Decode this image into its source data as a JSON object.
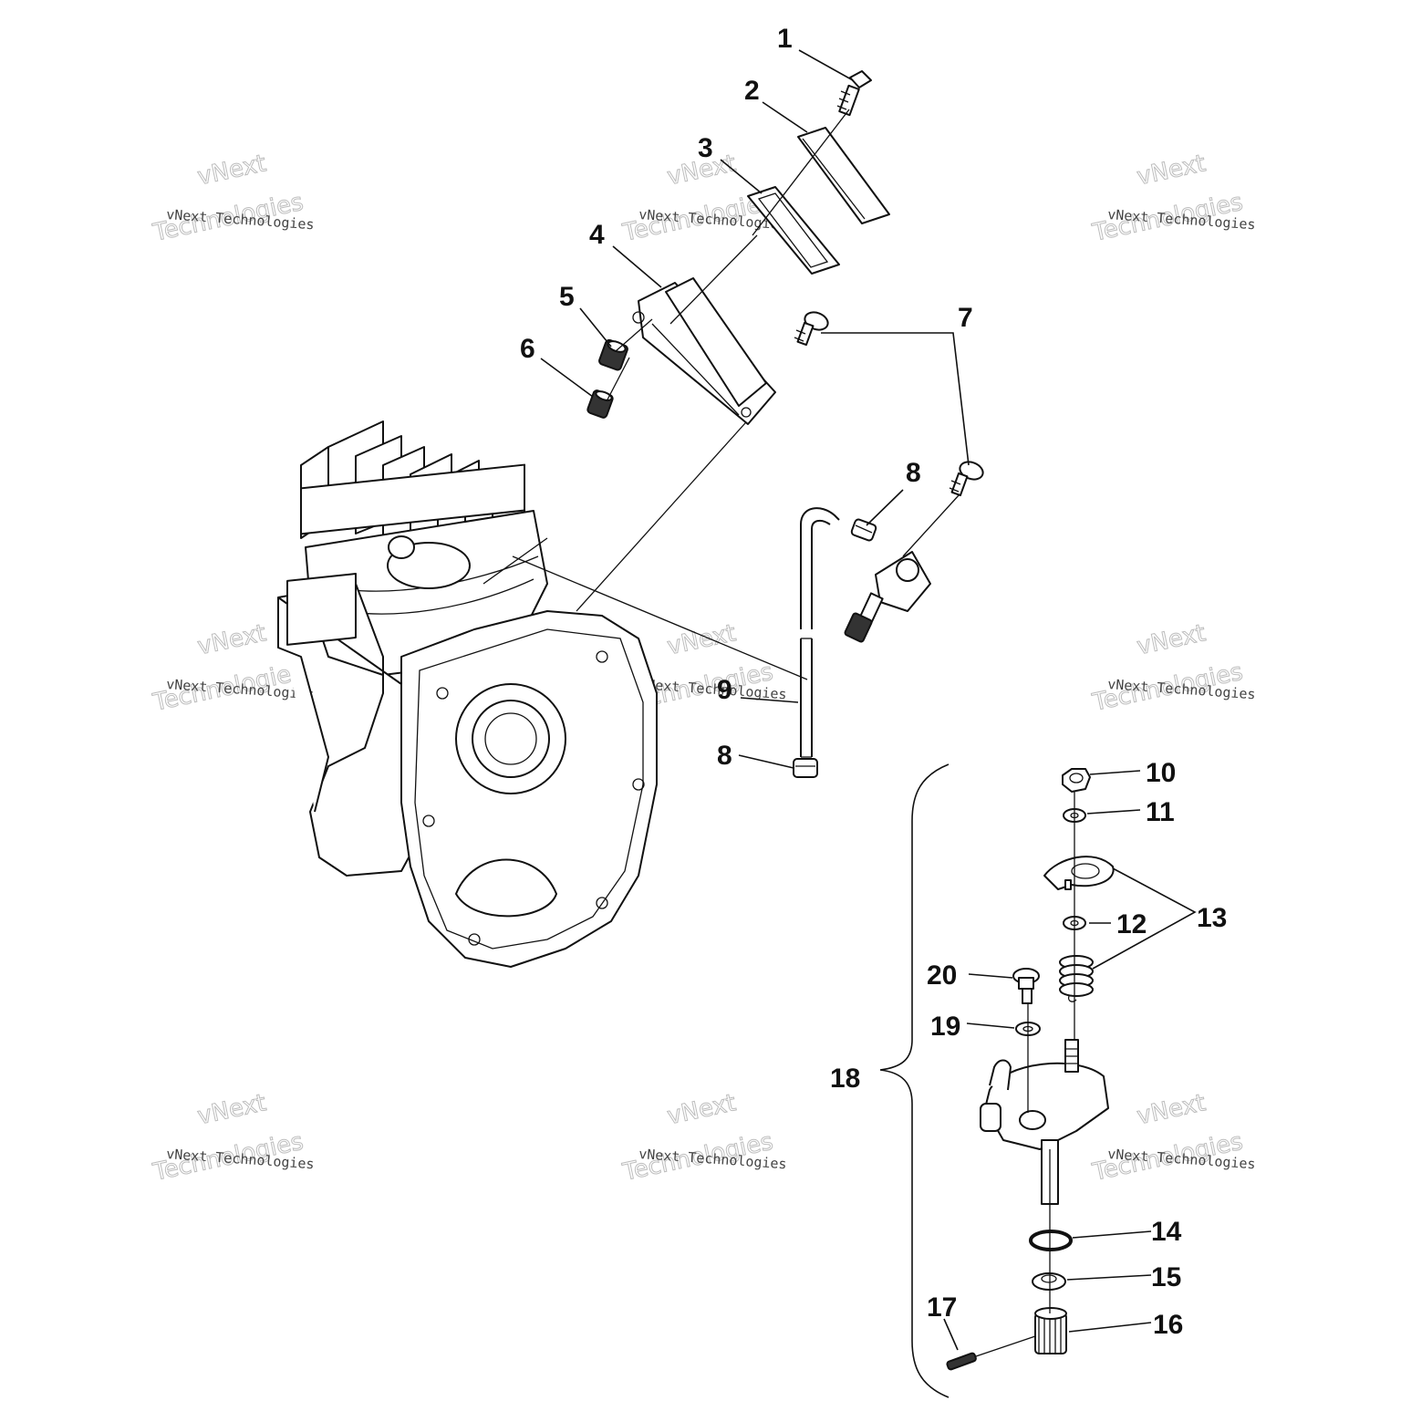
{
  "watermark": {
    "line_small": "vNext Technologies",
    "line_big_1": "vNext",
    "line_big_2": "Technologies"
  },
  "callouts": [
    "1",
    "2",
    "3",
    "4",
    "5",
    "6",
    "7",
    "8",
    "8",
    "9",
    "10",
    "11",
    "12",
    "13",
    "14",
    "15",
    "16",
    "17",
    "18",
    "19",
    "20"
  ],
  "colors": {
    "ink": "#111111",
    "watermark": "#bdbdbd",
    "background": "#ffffff"
  }
}
